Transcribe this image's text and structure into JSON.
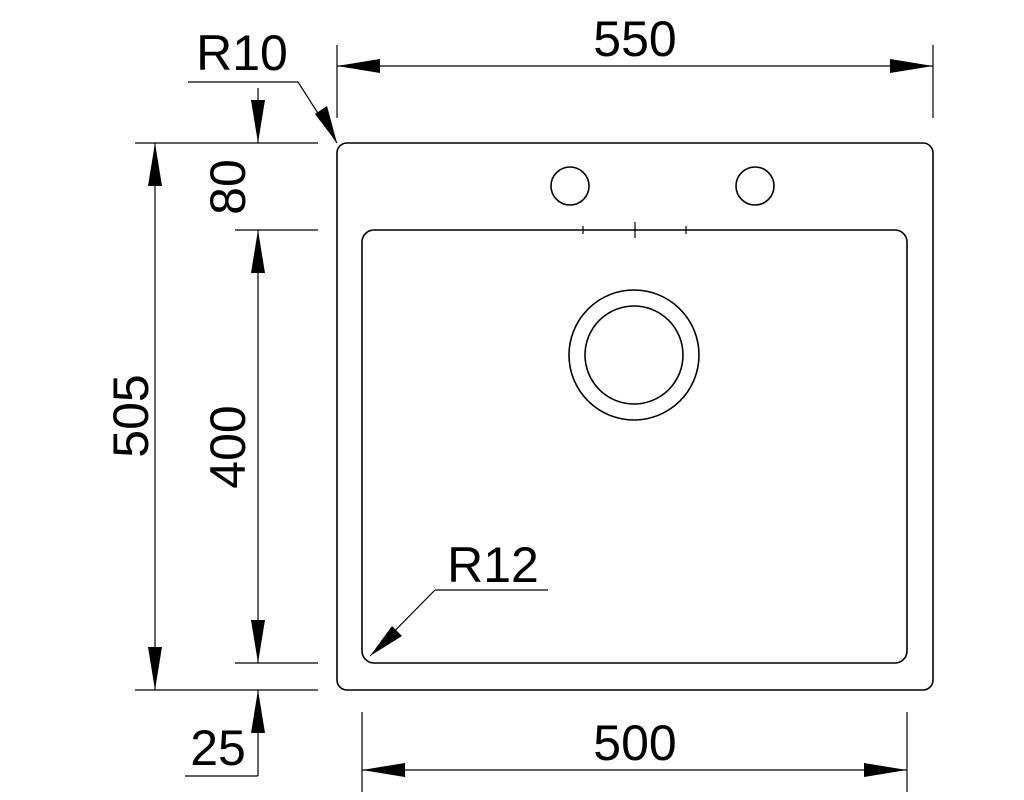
{
  "drawing": {
    "overall_width": "550",
    "bowl_width": "500",
    "overall_depth": "505",
    "tap_area_depth": "80",
    "bowl_depth": "400",
    "front_rim": "25",
    "outer_corner_radius": "R10",
    "bowl_corner_radius": "R12"
  }
}
